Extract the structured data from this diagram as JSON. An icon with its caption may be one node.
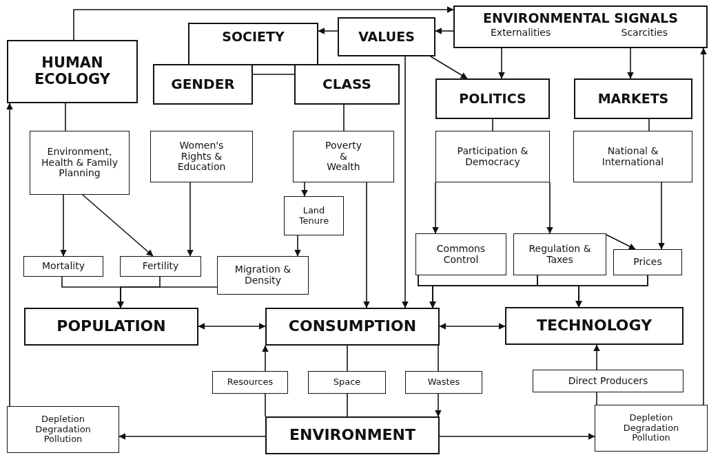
{
  "diagram": {
    "nodes": [
      {
        "text": [
          "HUMAN ECOLOGY"
        ]
      },
      {
        "text": [
          "SOCIETY"
        ]
      },
      {
        "text": [
          "GENDER"
        ]
      },
      {
        "text": [
          "CLASS"
        ]
      },
      {
        "text": [
          "VALUES"
        ]
      },
      {
        "text": [
          "ENVIRONMENTAL SIGNALS",
          "Externalities",
          "Scarcities"
        ]
      },
      {
        "text": [
          "POLITICS"
        ]
      },
      {
        "text": [
          "MARKETS"
        ]
      },
      {
        "text": [
          "Environment, Health & Family Planning"
        ]
      },
      {
        "text": [
          "Women's Rights & Education"
        ]
      },
      {
        "text": [
          "Poverty & Wealth"
        ]
      },
      {
        "text": [
          "Participation & Democracy"
        ]
      },
      {
        "text": [
          "National & International"
        ]
      },
      {
        "text": [
          "Land Tenure"
        ]
      },
      {
        "text": [
          "Mortality"
        ]
      },
      {
        "text": [
          "Fertility"
        ]
      },
      {
        "text": [
          "Migration & Density"
        ]
      },
      {
        "text": [
          "Commons Control"
        ]
      },
      {
        "text": [
          "Regulation & Taxes"
        ]
      },
      {
        "text": [
          "Prices"
        ]
      },
      {
        "text": [
          "POPULATION"
        ]
      },
      {
        "text": [
          "CONSUMPTION"
        ]
      },
      {
        "text": [
          "TECHNOLOGY"
        ]
      },
      {
        "text": [
          "Resources"
        ]
      },
      {
        "text": [
          "Space"
        ]
      },
      {
        "text": [
          "Wastes"
        ]
      },
      {
        "text": [
          "Direct Producers"
        ]
      },
      {
        "text": [
          "Depletion Degradation Pollution"
        ]
      },
      {
        "text": [
          "ENVIRONMENT"
        ]
      },
      {
        "text": [
          "Depletion Degradation Pollution"
        ]
      }
    ],
    "edges": [
      {
        "from": 0,
        "to": 5,
        "arrow": "to"
      },
      {
        "from": 5,
        "to": 4,
        "arrow": "to"
      },
      {
        "from": 4,
        "to": 1,
        "arrow": "to"
      },
      {
        "from": 4,
        "to": 6,
        "arrow": "to"
      },
      {
        "from": 4,
        "to": 21,
        "arrow": "to"
      },
      {
        "from": 5,
        "to": 6,
        "arrow": "to"
      },
      {
        "from": 5,
        "to": 7,
        "arrow": "to"
      },
      {
        "from": 2,
        "to": 3,
        "arrow": "none"
      },
      {
        "from": 0,
        "to": 8,
        "arrow": "none"
      },
      {
        "from": 8,
        "to": 14,
        "arrow": "to"
      },
      {
        "from": 8,
        "to": 15,
        "arrow": "to"
      },
      {
        "from": 9,
        "to": 15,
        "arrow": "to"
      },
      {
        "from": 3,
        "to": 10,
        "arrow": "none"
      },
      {
        "from": 10,
        "to": 13,
        "arrow": "to"
      },
      {
        "from": 13,
        "to": 16,
        "arrow": "to"
      },
      {
        "from": 10,
        "to": 21,
        "arrow": "to"
      },
      {
        "from": 14,
        "to": 20,
        "arrow": "to"
      },
      {
        "from": 15,
        "to": 20,
        "arrow": "to"
      },
      {
        "from": 16,
        "to": 20,
        "arrow": "to"
      },
      {
        "from": 6,
        "to": 11,
        "arrow": "none"
      },
      {
        "from": 7,
        "to": 12,
        "arrow": "none"
      },
      {
        "from": 11,
        "to": 17,
        "arrow": "to"
      },
      {
        "from": 11,
        "to": 18,
        "arrow": "to"
      },
      {
        "from": 12,
        "to": 19,
        "arrow": "to"
      },
      {
        "from": 18,
        "to": 19,
        "arrow": "to"
      },
      {
        "from": 17,
        "to": 21,
        "arrow": "to"
      },
      {
        "from": 18,
        "to": 21,
        "arrow": "to"
      },
      {
        "from": 19,
        "to": 21,
        "arrow": "to"
      },
      {
        "from": 17,
        "to": 22,
        "arrow": "to"
      },
      {
        "from": 18,
        "to": 22,
        "arrow": "to"
      },
      {
        "from": 19,
        "to": 22,
        "arrow": "to"
      },
      {
        "from": 20,
        "to": 21,
        "arrow": "both"
      },
      {
        "from": 21,
        "to": 22,
        "arrow": "both"
      },
      {
        "from": 23,
        "to": 21,
        "arrow": "to"
      },
      {
        "from": 28,
        "to": 23,
        "arrow": "none"
      },
      {
        "from": 21,
        "to": 24,
        "arrow": "none"
      },
      {
        "from": 24,
        "to": 28,
        "arrow": "none"
      },
      {
        "from": 21,
        "to": 25,
        "arrow": "none"
      },
      {
        "from": 25,
        "to": 28,
        "arrow": "to"
      },
      {
        "from": 26,
        "to": 22,
        "arrow": "to"
      },
      {
        "from": 29,
        "to": 26,
        "arrow": "none"
      },
      {
        "from": 28,
        "to": 27,
        "arrow": "to"
      },
      {
        "from": 28,
        "to": 29,
        "arrow": "to"
      },
      {
        "from": 27,
        "to": 0,
        "arrow": "to"
      },
      {
        "from": 29,
        "to": 5,
        "arrow": "to"
      }
    ]
  }
}
